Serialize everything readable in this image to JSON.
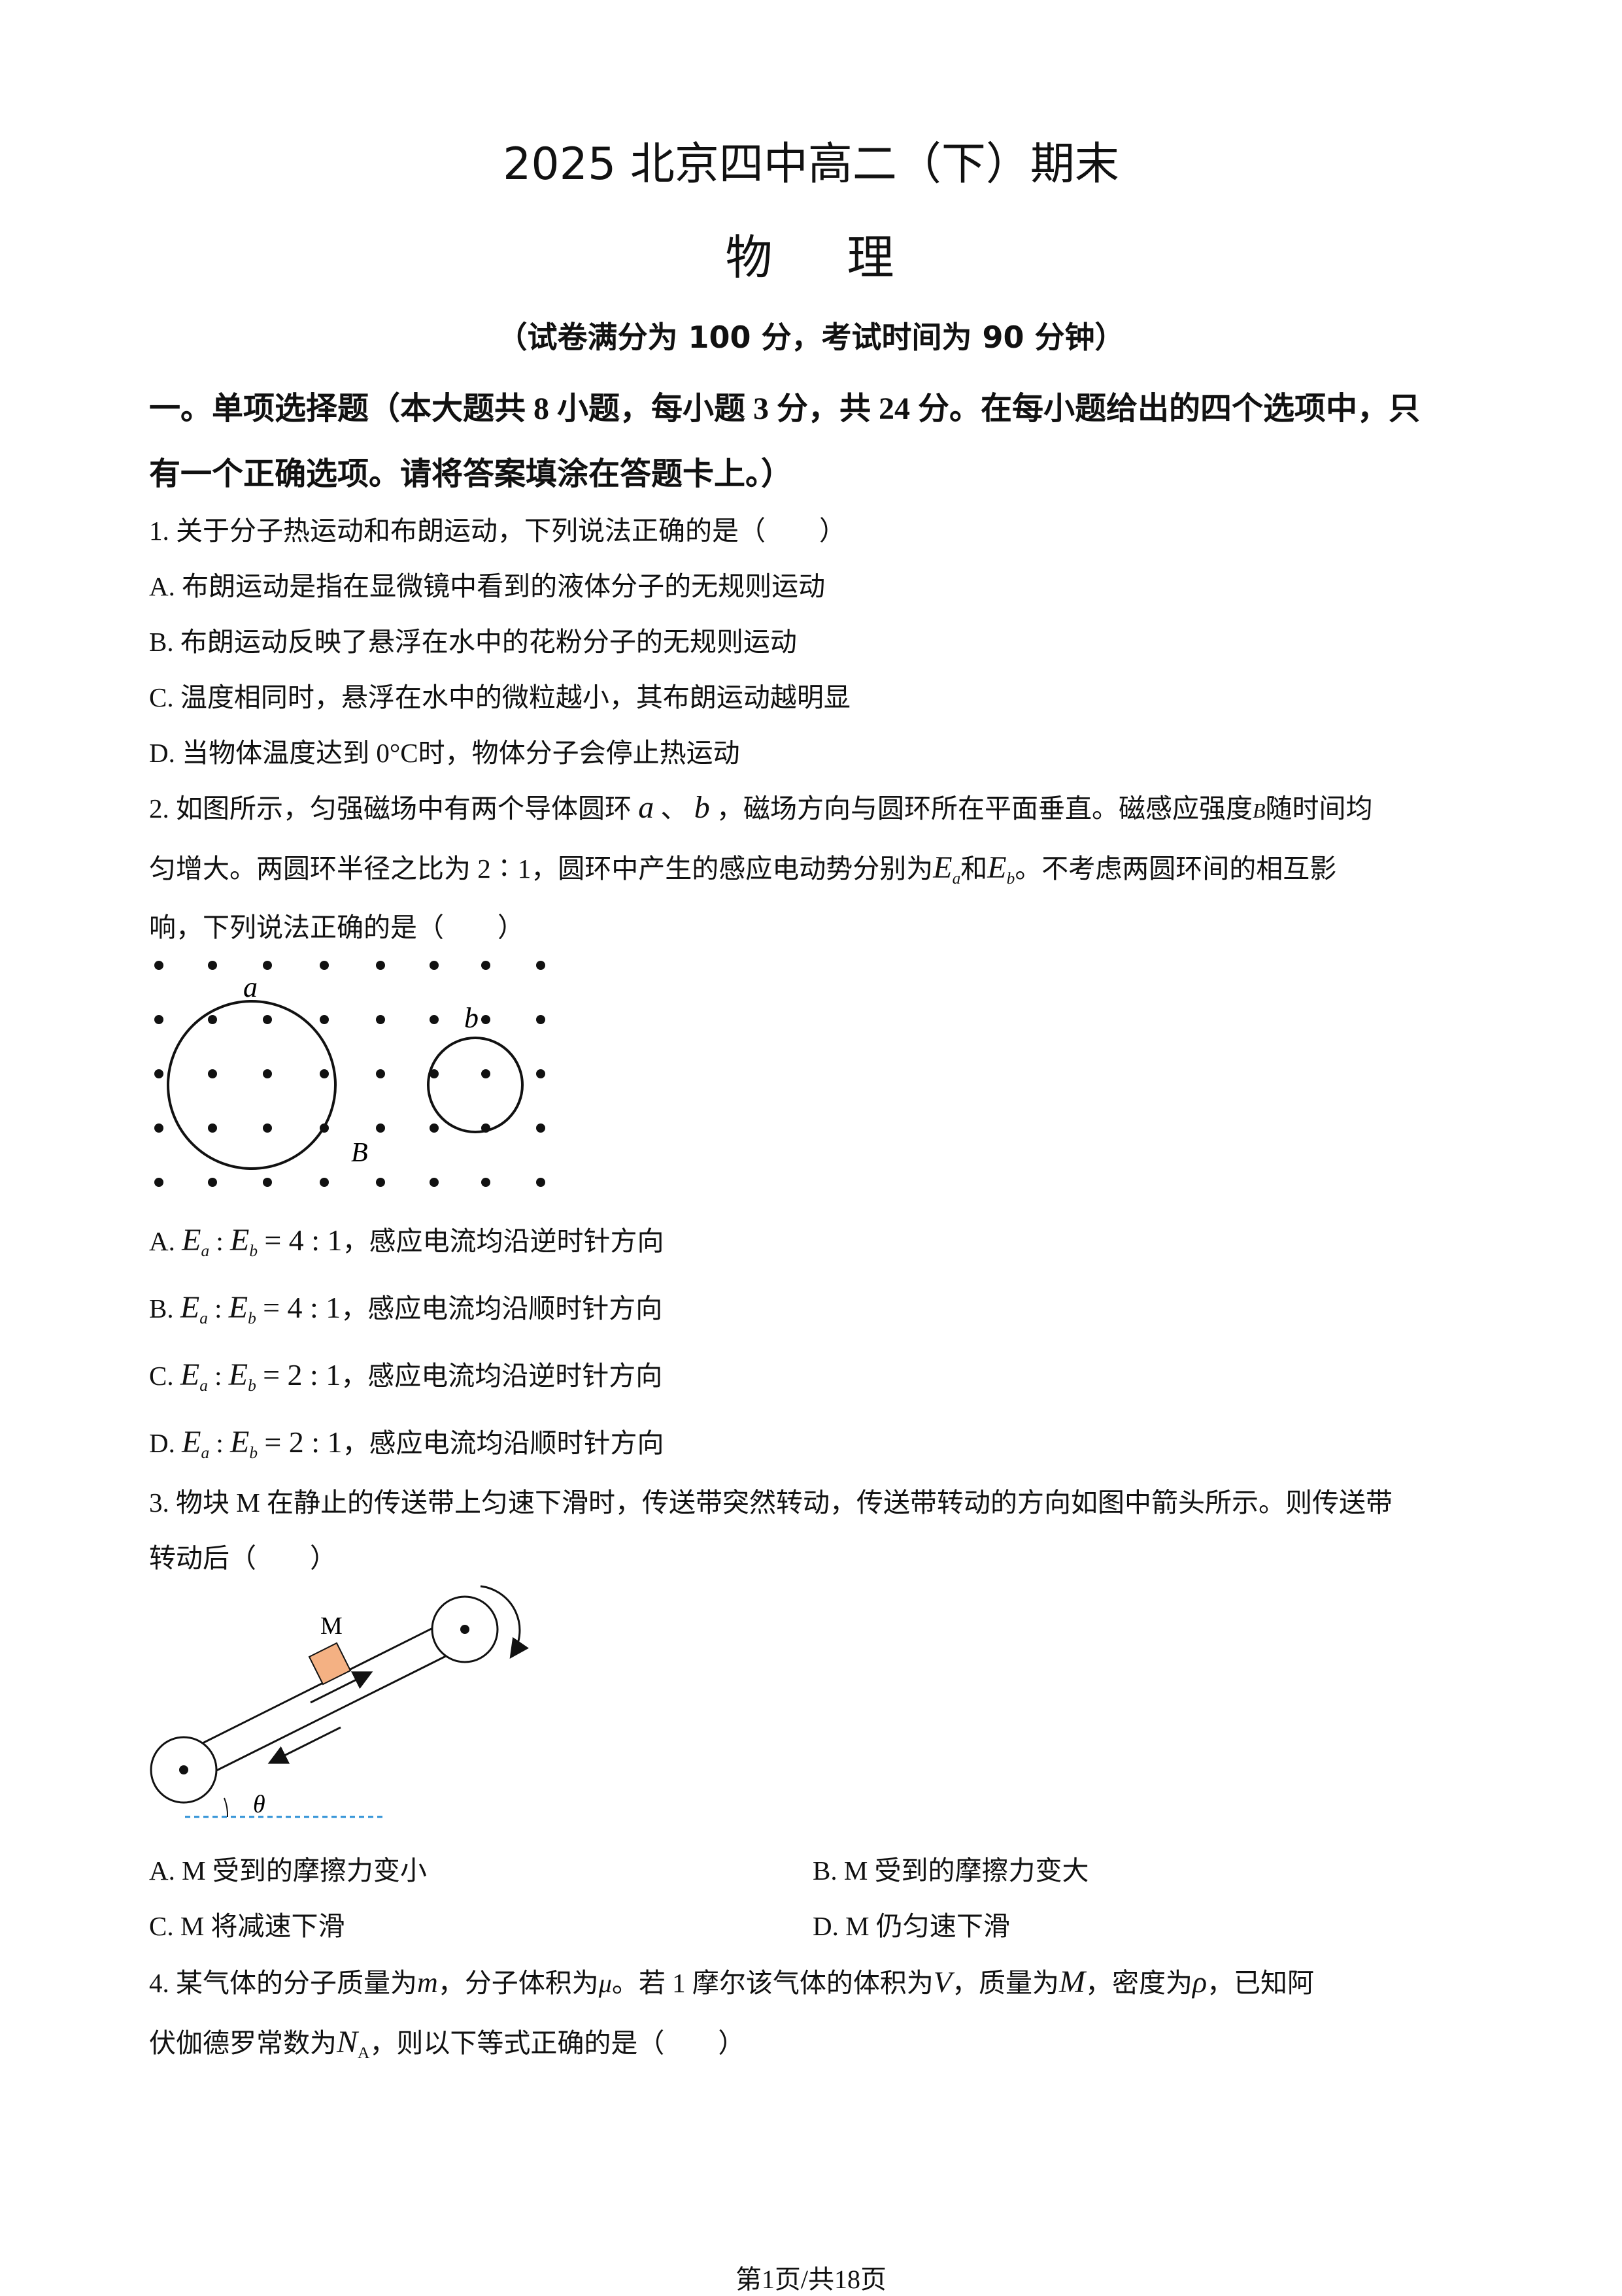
{
  "header": {
    "title": "2025 北京四中高二（下）期末",
    "subject_chars": [
      "物",
      "理"
    ],
    "note": "（试卷满分为 100 分，考试时间为 90 分钟）"
  },
  "section1": {
    "line1": "一。单项选择题（本大题共 8 小题，每小题 3 分，共 24 分。在每小题给出的四个选项中，只",
    "line2": "有一个正确选项。请将答案填涂在答题卡上。）"
  },
  "q1": {
    "stem": "1. 关于分子热运动和布朗运动，下列说法正确的是（　　）",
    "options": [
      "A. 布朗运动是指在显微镜中看到的液体分子的无规则运动",
      "B. 布朗运动反映了悬浮在水中的花粉分子的无规则运动",
      "C. 温度相同时，悬浮在水中的微粒越小，其布朗运动越明显",
      "D. 当物体温度达到 0°C时，物体分子会停止热运动"
    ]
  },
  "q2": {
    "stem_a": "2. 如图所示，匀强磁场中有两个导体圆环",
    "var_a": "a",
    "sep": "、",
    "var_b": "b",
    "stem_b": "，磁场方向与圆环所在平面垂直。磁感应强度",
    "var_B": "B",
    "stem_c": "随时间均",
    "line2_a": "匀增大。两圆环半径之比为 2∶1，圆环中产生的感应电动势分别为",
    "E": "E",
    "sub_a": "a",
    "sub_b": "b",
    "and": "和",
    "line2_b": "。不考虑两圆环间的相互影",
    "line3": "响，下列说法正确的是（　　）",
    "figure": {
      "label_a": "a",
      "label_b": "b",
      "label_B": "B"
    },
    "options": [
      {
        "letter": "A.",
        "ratio": "= 4 : 1",
        "text": "，感应电流均沿逆时针方向"
      },
      {
        "letter": "B.",
        "ratio": "= 4 : 1",
        "text": "，感应电流均沿顺时针方向"
      },
      {
        "letter": "C.",
        "ratio": "= 2 : 1",
        "text": "，感应电流均沿逆时针方向"
      },
      {
        "letter": "D.",
        "ratio": "= 2 : 1",
        "text": "，感应电流均沿顺时针方向"
      }
    ],
    "colon": ":"
  },
  "q3": {
    "line1": "3. 物块 M 在静止的传送带上匀速下滑时，传送带突然转动，传送带转动的方向如图中箭头所示。则传送带",
    "line2": "转动后（　　）",
    "figure": {
      "label_M": "M",
      "label_theta": "θ"
    },
    "options": [
      "A. M 受到的摩擦力变小",
      "B. M 受到的摩擦力变大",
      "C. M 将减速下滑",
      "D. M 仍匀速下滑"
    ]
  },
  "q4": {
    "l1_a": "4. 某气体的分子质量为",
    "m": "m",
    "l1_b": "，分子体积为",
    "mu": "μ",
    "l1_c": "。若 1 摩尔该气体的体积为",
    "V": "V",
    "l1_d": "，质量为",
    "M": "M",
    "l1_e": "，密度为",
    "rho": "ρ",
    "l1_f": "，已知阿",
    "l2_a": "伏伽德罗常数为",
    "N": "N",
    "N_sub": "A",
    "l2_b": "，则以下等式正确的是（　　）"
  },
  "footer": "第1页/共18页"
}
